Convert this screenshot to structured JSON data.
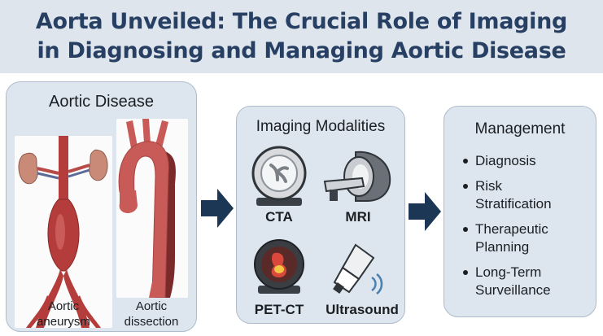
{
  "title": {
    "line1": "Aorta Unveiled: The Crucial Role of Imaging",
    "line2": "in Diagnosing and Managing Aortic Disease"
  },
  "disease_panel": {
    "title": "Aortic Disease",
    "aneurysm_caption": [
      "Aortic",
      "aneurysm"
    ],
    "dissection_caption": [
      "Aortic",
      "dissection"
    ]
  },
  "imaging_panel": {
    "title": "Imaging Modalities",
    "modalities": [
      "CTA",
      "MRI",
      "PET-CT",
      "Ultrasound"
    ]
  },
  "management_panel": {
    "title": "Management",
    "items": [
      [
        "Diagnosis"
      ],
      [
        "Risk",
        "Stratification"
      ],
      [
        "Therapeutic",
        "Planning"
      ],
      [
        "Long-Term",
        "Surveillance"
      ]
    ]
  },
  "colors": {
    "title_text": "#263f63",
    "title_band": "#dfe5ec",
    "panel_fill": "#dde6ee",
    "arrow": "#1c3656",
    "aorta": "#c85a57",
    "dissection_false_lumen": "#7a2a2a"
  },
  "icons": [
    "ct-scanner-icon",
    "mri-scanner-icon",
    "pet-ct-icon",
    "ultrasound-probe-icon",
    "right-arrow-icon"
  ]
}
